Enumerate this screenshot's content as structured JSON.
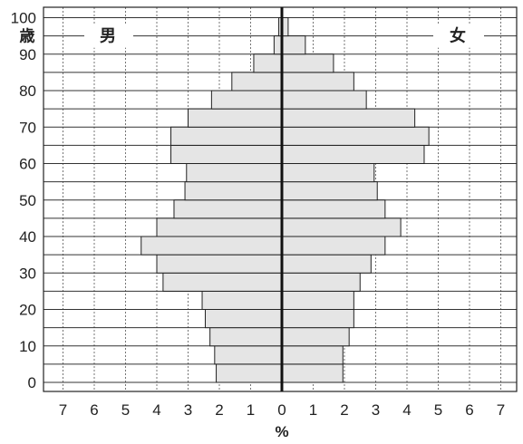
{
  "chart_data": {
    "type": "bar",
    "title": "",
    "xlabel": "%",
    "ylabel": "歳",
    "left_label": "男",
    "right_label": "女",
    "xlim": [
      -7,
      7
    ],
    "ylim": [
      0,
      100
    ],
    "x_ticks": [
      {
        "value": -7,
        "label": "7"
      },
      {
        "value": -6,
        "label": "6"
      },
      {
        "value": -5,
        "label": "5"
      },
      {
        "value": -4,
        "label": "4"
      },
      {
        "value": -3,
        "label": "3"
      },
      {
        "value": -2,
        "label": "2"
      },
      {
        "value": -1,
        "label": "1"
      },
      {
        "value": 0,
        "label": "0"
      },
      {
        "value": 1,
        "label": "1"
      },
      {
        "value": 2,
        "label": "2"
      },
      {
        "value": 3,
        "label": "3"
      },
      {
        "value": 4,
        "label": "4"
      },
      {
        "value": 5,
        "label": "5"
      },
      {
        "value": 6,
        "label": "6"
      },
      {
        "value": 7,
        "label": "7"
      }
    ],
    "y_ticks": [
      {
        "value": 0,
        "label": "0"
      },
      {
        "value": 10,
        "label": "10"
      },
      {
        "value": 20,
        "label": "20"
      },
      {
        "value": 30,
        "label": "30"
      },
      {
        "value": 40,
        "label": "40"
      },
      {
        "value": 50,
        "label": "50"
      },
      {
        "value": 60,
        "label": "60"
      },
      {
        "value": 70,
        "label": "70"
      },
      {
        "value": 80,
        "label": "80"
      },
      {
        "value": 90,
        "label": "90"
      },
      {
        "value": 100,
        "label": "100"
      }
    ],
    "grid": true,
    "bar_color": "#e5e5e5",
    "edge_color": "#222222",
    "age_groups": [
      {
        "age_from": 0,
        "age_to": 5,
        "male": 2.1,
        "female": 1.95
      },
      {
        "age_from": 5,
        "age_to": 10,
        "male": 2.15,
        "female": 1.95
      },
      {
        "age_from": 10,
        "age_to": 15,
        "male": 2.3,
        "female": 2.15
      },
      {
        "age_from": 15,
        "age_to": 20,
        "male": 2.45,
        "female": 2.3
      },
      {
        "age_from": 20,
        "age_to": 25,
        "male": 2.55,
        "female": 2.3
      },
      {
        "age_from": 25,
        "age_to": 30,
        "male": 3.8,
        "female": 2.5
      },
      {
        "age_from": 30,
        "age_to": 35,
        "male": 4.0,
        "female": 2.85
      },
      {
        "age_from": 35,
        "age_to": 40,
        "male": 4.5,
        "female": 3.3
      },
      {
        "age_from": 40,
        "age_to": 45,
        "male": 4.0,
        "female": 3.8
      },
      {
        "age_from": 45,
        "age_to": 50,
        "male": 3.45,
        "female": 3.3
      },
      {
        "age_from": 50,
        "age_to": 55,
        "male": 3.1,
        "female": 3.05
      },
      {
        "age_from": 55,
        "age_to": 60,
        "male": 3.05,
        "female": 2.95
      },
      {
        "age_from": 60,
        "age_to": 65,
        "male": 3.55,
        "female": 4.55
      },
      {
        "age_from": 65,
        "age_to": 70,
        "male": 3.55,
        "female": 4.7
      },
      {
        "age_from": 70,
        "age_to": 75,
        "male": 3.0,
        "female": 4.25
      },
      {
        "age_from": 75,
        "age_to": 80,
        "male": 2.25,
        "female": 2.7
      },
      {
        "age_from": 80,
        "age_to": 85,
        "male": 1.6,
        "female": 2.3
      },
      {
        "age_from": 85,
        "age_to": 90,
        "male": 0.9,
        "female": 1.65
      },
      {
        "age_from": 90,
        "age_to": 95,
        "male": 0.25,
        "female": 0.75
      },
      {
        "age_from": 95,
        "age_to": 100,
        "male": 0.1,
        "female": 0.2
      }
    ]
  }
}
